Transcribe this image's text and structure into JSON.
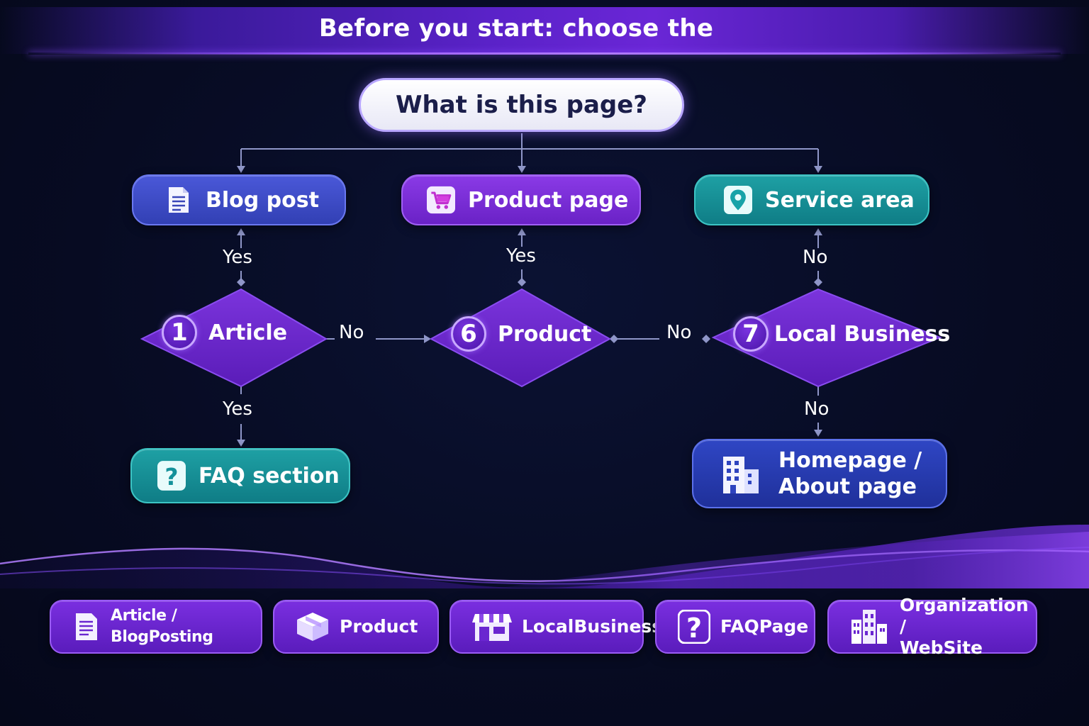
{
  "header": {
    "title": "Before you start: choose the"
  },
  "root": {
    "label": "What is this page?"
  },
  "outcomes": {
    "blog_post": "Blog post",
    "product_page": "Product page",
    "service_area": "Service area",
    "faq_section": "FAQ section",
    "homepage_line1": "Homepage /",
    "homepage_line2": "About page"
  },
  "decisions": {
    "article": {
      "number": "1",
      "label": "Article"
    },
    "product": {
      "number": "6",
      "label": "Product"
    },
    "local_business": {
      "number": "7",
      "label": "Local Business"
    }
  },
  "edges": {
    "article_up": "Yes",
    "product_up": "Yes",
    "local_up": "No",
    "article_right": "No",
    "local_left": "No",
    "article_down": "Yes",
    "local_down": "No"
  },
  "legend": [
    {
      "label": "Article / BlogPosting",
      "icon": "document-icon"
    },
    {
      "label": "Product",
      "icon": "box-icon"
    },
    {
      "label": "LocalBusiness",
      "icon": "storefront-icon"
    },
    {
      "label": "FAQPage",
      "icon": "question-icon"
    },
    {
      "label_line1": "Organization /",
      "label_line2": "WebSite",
      "icon": "buildings-icon"
    }
  ],
  "colors": {
    "blue": "#3f4cc9",
    "purple": "#7a2fd8",
    "teal": "#17909a",
    "navy": "#2738b0",
    "accent": "#9b5cff"
  }
}
